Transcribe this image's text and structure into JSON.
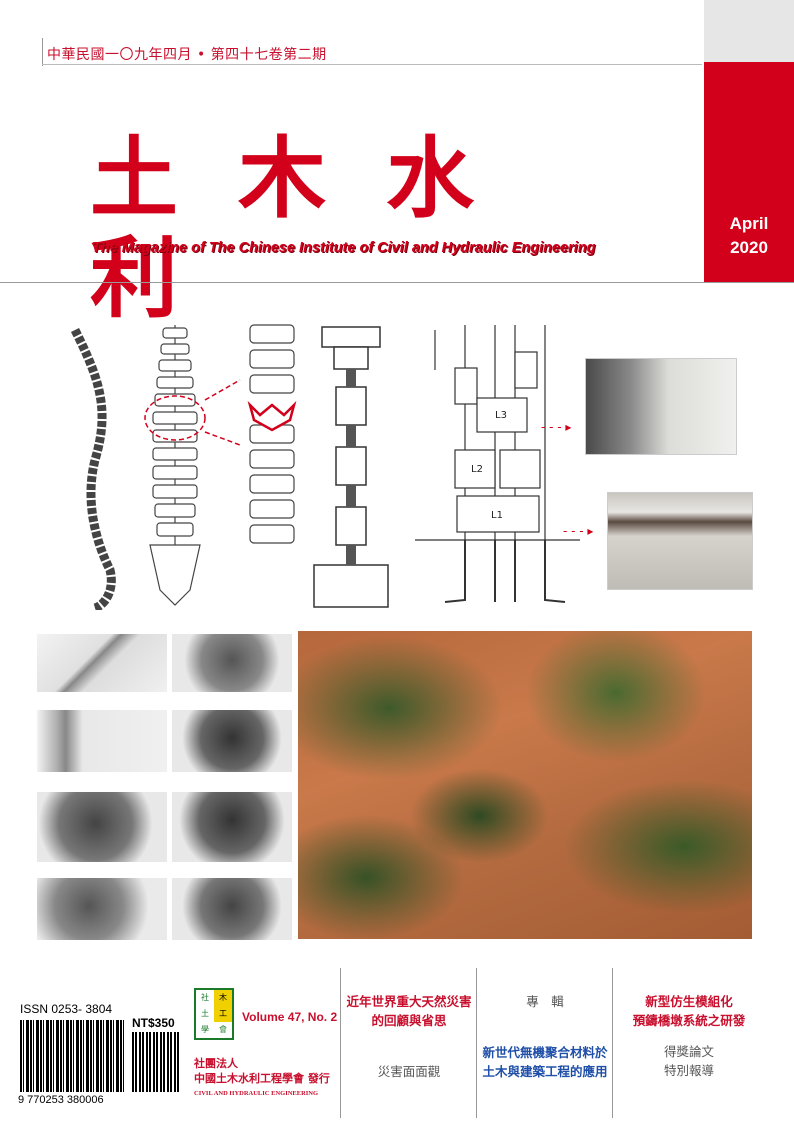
{
  "header": {
    "publication_line": "中華民國一〇九年四月 • 第四十七卷第二期",
    "title_cn": "土木水利",
    "title_en": "The Magazine of The Chinese Institute of Civil and Hydraulic Engineering",
    "month": "April",
    "year": "2020"
  },
  "diagram": {
    "labels": [
      "L3",
      "L2",
      "L1"
    ]
  },
  "footer": {
    "issn": "ISSN 0253- 3804",
    "price": "NT$350",
    "barcode_number": "9 770253 380006",
    "volume": "Volume 47, No. 2",
    "logo_chars": [
      "社",
      "木",
      "土",
      "工",
      "學",
      "會"
    ],
    "publisher_line1": "社團法人",
    "publisher_line2": "中國土木水利工程學會 發行",
    "publisher_en": "CIVIL AND HYDRAULIC ENGINEERING",
    "topics": [
      {
        "line1": "近年世界重大天然災害",
        "line2": "的回顧與省思",
        "sub": "災害面面觀"
      },
      {
        "label": "專　輯",
        "line1": "新世代無機聚合材料於",
        "line2": "土木與建築工程的應用"
      },
      {
        "line1": "新型仿生模組化",
        "line2": "預鑄橋墩系統之研發",
        "sub1": "得獎論文",
        "sub2": "特別報導"
      }
    ]
  }
}
